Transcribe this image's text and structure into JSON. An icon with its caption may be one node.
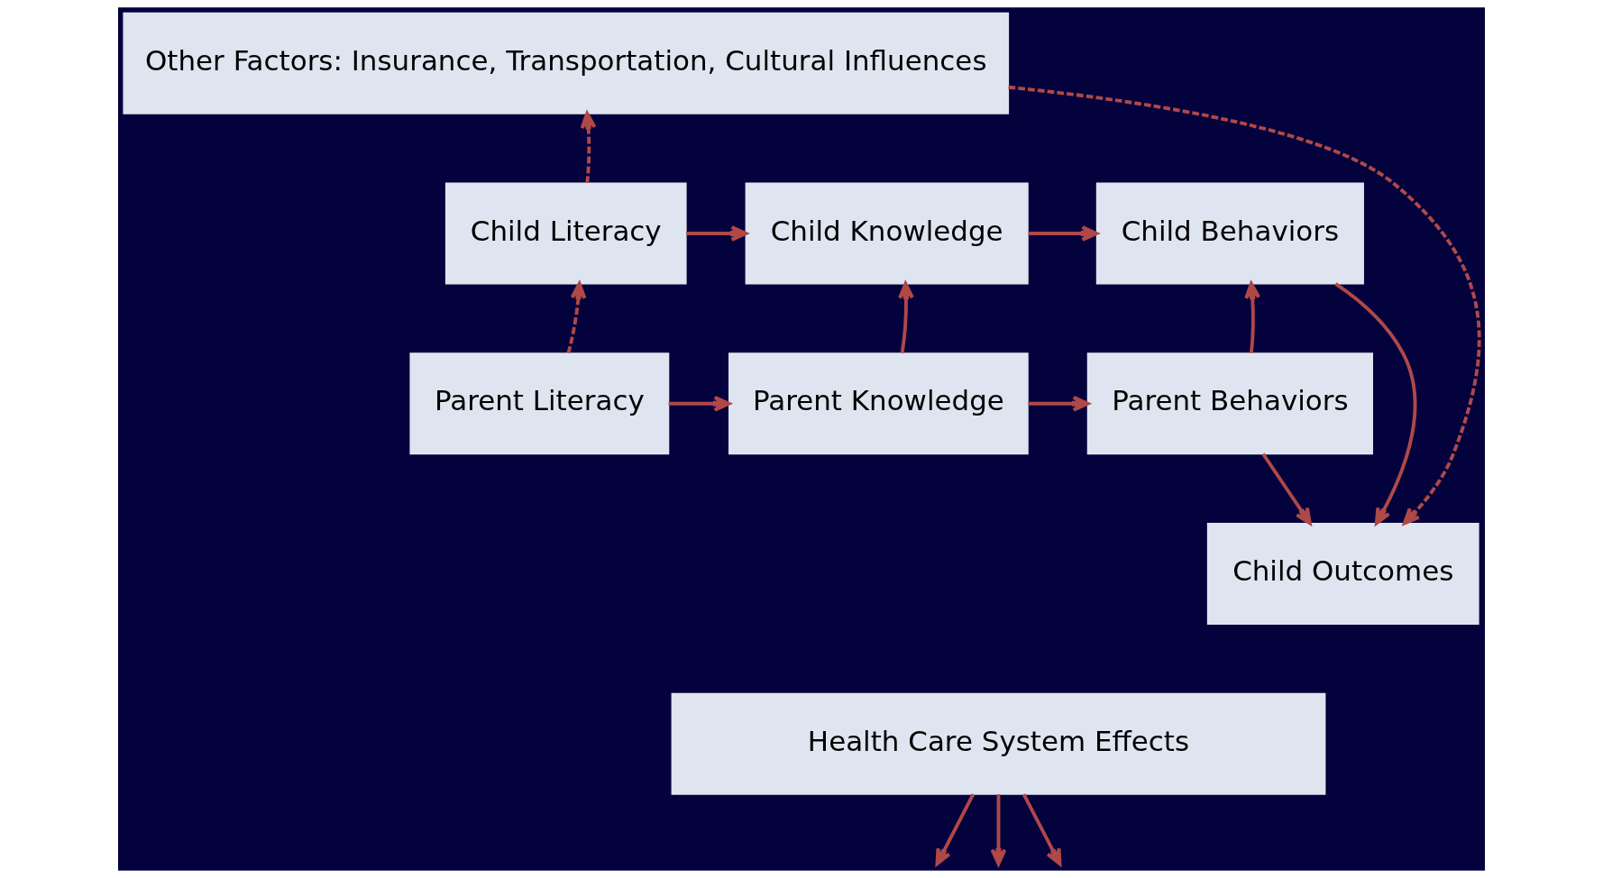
{
  "diagram": {
    "nodes": [
      {
        "text": [
          "Other Factors: Insurance, Transportation, Cultural Influences"
        ]
      },
      {
        "text": [
          "Child Literacy"
        ]
      },
      {
        "text": [
          "Child Knowledge"
        ]
      },
      {
        "text": [
          "Child Behaviors"
        ]
      },
      {
        "text": [
          "Child Outcomes"
        ]
      },
      {
        "text": [
          "Parent Literacy"
        ]
      },
      {
        "text": [
          "Parent Knowledge"
        ]
      },
      {
        "text": [
          "Parent Behaviors"
        ]
      },
      {
        "text": [
          "Health Care System Effects"
        ]
      }
    ],
    "edges": [
      {
        "from": 1,
        "to": 0,
        "arrow": "to",
        "style": "dashed"
      },
      {
        "from": 0,
        "to": 4,
        "arrow": "to",
        "style": "dashed"
      },
      {
        "from": 1,
        "to": 2,
        "arrow": "to"
      },
      {
        "from": 2,
        "to": 3,
        "arrow": "to"
      },
      {
        "from": 3,
        "to": 4,
        "arrow": "to"
      },
      {
        "from": 5,
        "to": 1,
        "arrow": "to",
        "style": "dashed"
      },
      {
        "from": 5,
        "to": 6,
        "arrow": "to"
      },
      {
        "from": 6,
        "to": 2,
        "arrow": "to"
      },
      {
        "from": 6,
        "to": 7,
        "arrow": "to"
      },
      {
        "from": 7,
        "to": 3,
        "arrow": "to"
      },
      {
        "from": 7,
        "to": 4,
        "arrow": "to"
      },
      {
        "from": 8,
        "to": null,
        "arrow": "to"
      },
      {
        "from": 8,
        "to": null,
        "arrow": "to"
      },
      {
        "from": 8,
        "to": null,
        "arrow": "to"
      }
    ]
  }
}
